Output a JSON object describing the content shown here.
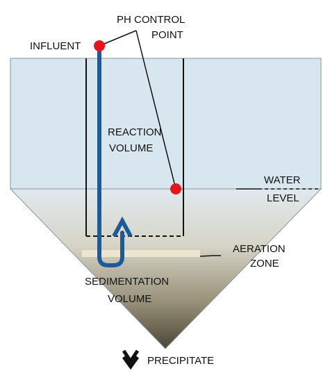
{
  "labels": {
    "ph_control_line1": "PH CONTROL",
    "ph_control_line2": "POINT",
    "influent": "INFLUENT",
    "reaction_line1": "REACTION",
    "reaction_line2": "VOLUME",
    "water_line1": "WATER",
    "water_line2": "LEVEL",
    "aeration_line1": "AERATION",
    "aeration_line2": "ZONE",
    "sedimentation_line1": "SEDIMENTATION",
    "sedimentation_line2": "VOLUME",
    "precipitate": "PRECIPITATE"
  },
  "colors": {
    "reaction_fill": "#d8e6f0",
    "sediment_top": "#e1e9ee",
    "sediment_bottom": "#4b4636",
    "pipe": "#1f5a96",
    "control_point": "#e8141a",
    "outline": "#8a949c",
    "line": "#111111",
    "aeration": "#efe8d2"
  },
  "icons": {
    "control_point": "red-dot-icon",
    "flow_arrow": "up-arrow-icon",
    "outlet_arrow": "chevron-down-icon"
  }
}
